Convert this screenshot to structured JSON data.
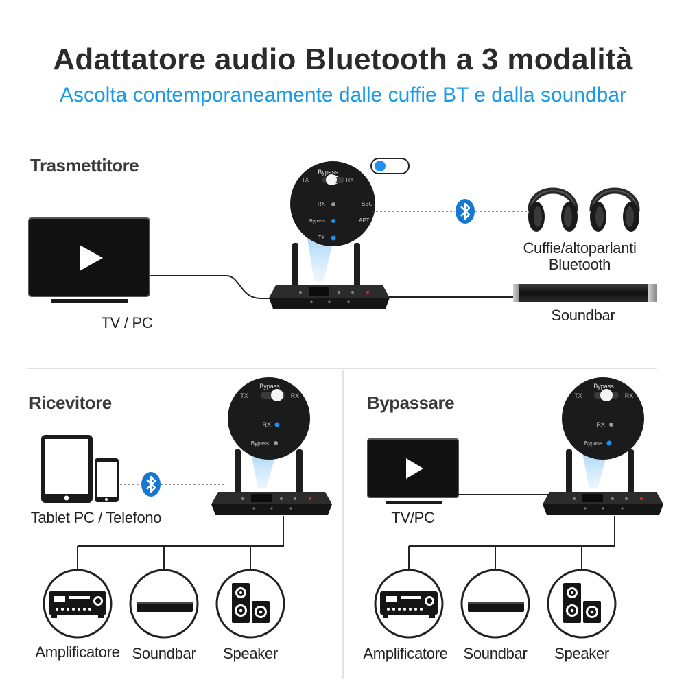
{
  "title": "Adattatore audio Bluetooth a 3 modalità",
  "subtitle": "Ascolta contemporaneamente dalle cuffie BT e dalla soundbar",
  "colors": {
    "accent": "#1a9ae6",
    "device": "#1c1c1c",
    "led_blue": "#1f8ff0"
  },
  "transmitter": {
    "title": "Trasmettitore",
    "tv_label": "TV / PC",
    "headphones_label_1": "Cuffie/altoparlanti",
    "headphones_label_2": "Bluetooth",
    "soundbar_label": "Soundbar",
    "panel": {
      "switch_label": "Bypass",
      "left": "TX",
      "right": "RX",
      "led1": "RX",
      "led2": "Bypass",
      "led3": "TX",
      "side1": "SBC",
      "side2": "APT"
    }
  },
  "receiver": {
    "title": "Ricevitore",
    "source_label": "Tablet PC / Telefono",
    "panel": {
      "switch_label": "Bypass",
      "left": "TX",
      "right": "RX",
      "led1": "RX",
      "led2": "Bypass"
    },
    "outputs": [
      "Amplificatore",
      "Soundbar",
      "Speaker"
    ]
  },
  "bypass": {
    "title": "Bypassare",
    "source_label": "TV/PC",
    "panel": {
      "switch_label": "Bypass",
      "left": "TX",
      "right": "RX",
      "led1": "RX",
      "led2": "Bypass"
    },
    "outputs": [
      "Amplificatore",
      "Soundbar",
      "Speaker"
    ]
  }
}
